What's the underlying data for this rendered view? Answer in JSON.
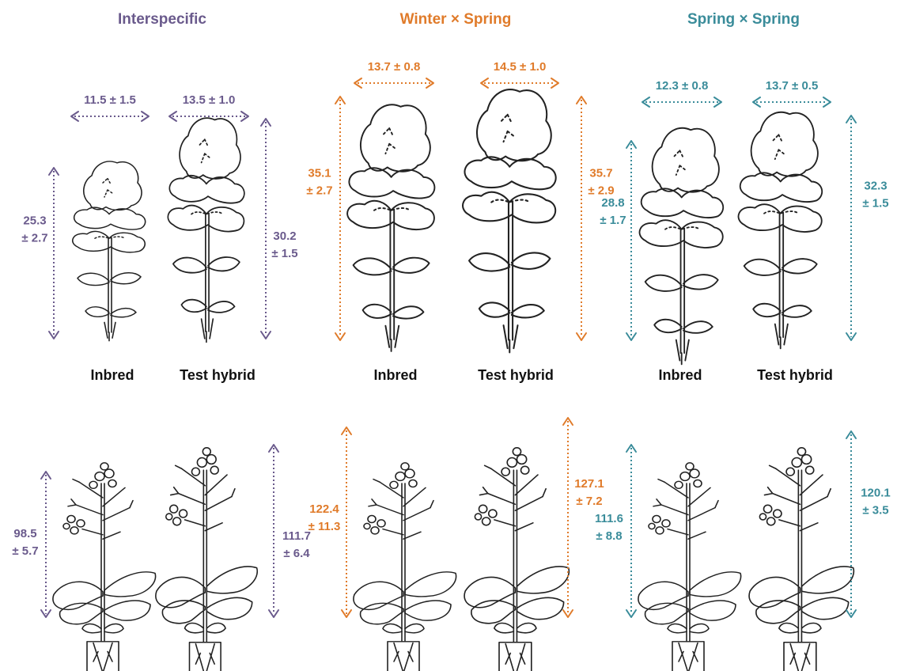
{
  "colors": {
    "interspecific": "#6a5a8c",
    "winter": "#e07b2a",
    "spring": "#3a8c9a"
  },
  "groups": [
    {
      "title": "Interspecific",
      "color_key": "interspecific",
      "leaf": {
        "inbred": {
          "label": "Inbred",
          "width": "11.5 ± 1.5",
          "height_value": "25.3",
          "height_sd": "± 2.7"
        },
        "hybrid": {
          "label": "Test hybrid",
          "width": "13.5 ± 1.0",
          "height_value": "30.2",
          "height_sd": "± 1.5"
        }
      },
      "plant": {
        "inbred": {
          "height_value": "98.5",
          "height_sd": "± 5.7"
        },
        "hybrid": {
          "height_value": "111.7",
          "height_sd": "± 6.4"
        }
      }
    },
    {
      "title": "Winter × Spring",
      "color_key": "winter",
      "leaf": {
        "inbred": {
          "label": "Inbred",
          "width": "13.7 ± 0.8",
          "height_value": "35.1",
          "height_sd": "± 2.7"
        },
        "hybrid": {
          "label": "Test hybrid",
          "width": "14.5 ± 1.0",
          "height_value": "35.7",
          "height_sd": "± 2.9"
        }
      },
      "plant": {
        "inbred": {
          "height_value": "122.4",
          "height_sd": "± 11.3"
        },
        "hybrid": {
          "height_value": "127.1",
          "height_sd": "± 7.2"
        }
      }
    },
    {
      "title": "Spring × Spring",
      "color_key": "spring",
      "leaf": {
        "inbred": {
          "label": "Inbred",
          "width": "12.3 ± 0.8",
          "height_value": "28.8",
          "height_sd": "± 1.7"
        },
        "hybrid": {
          "label": "Test hybrid",
          "width": "13.7 ± 0.5",
          "height_value": "32.3",
          "height_sd": "± 1.5"
        }
      },
      "plant": {
        "inbred": {
          "height_value": "111.6",
          "height_sd": "± 8.8"
        },
        "hybrid": {
          "height_value": "120.1",
          "height_sd": "± 3.5"
        }
      }
    }
  ]
}
